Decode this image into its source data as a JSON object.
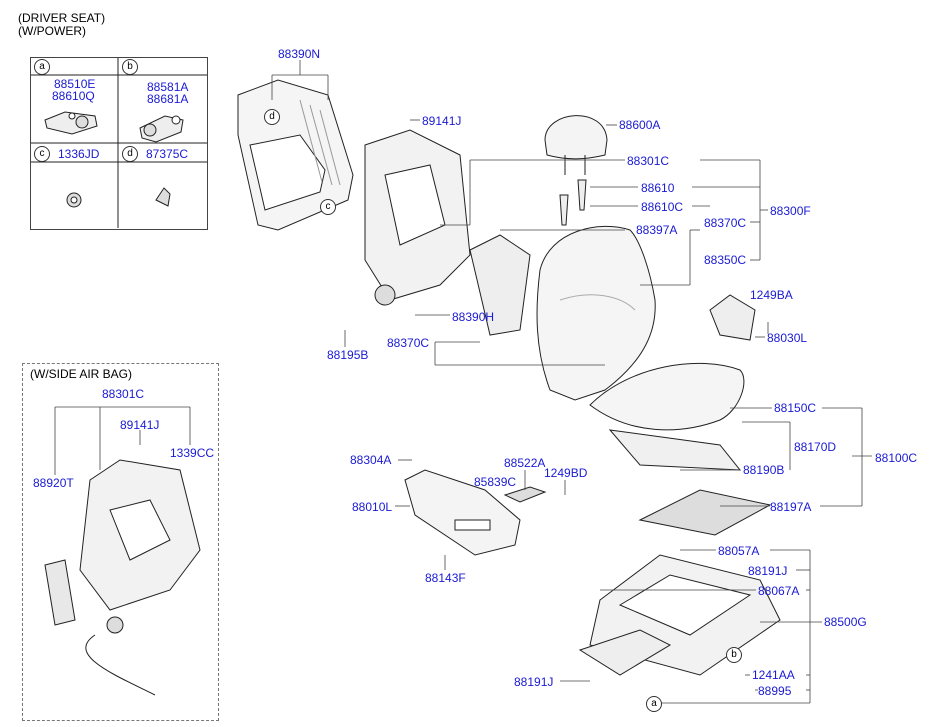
{
  "header": {
    "line1": "(DRIVER SEAT)",
    "line2": "(W/POWER)"
  },
  "legend_table": {
    "cells": [
      {
        "key": "a",
        "parts": [
          "88510E",
          "88610Q"
        ]
      },
      {
        "key": "b",
        "parts": [
          "88581A",
          "88681A"
        ]
      },
      {
        "key": "c",
        "parts": [
          "1336JD"
        ]
      },
      {
        "key": "d",
        "parts": [
          "87375C"
        ]
      }
    ]
  },
  "airbag_section": {
    "title": "(W/SIDE AIR BAG)",
    "labels": {
      "p88301C": "88301C",
      "p89141J": "89141J",
      "p1339CC": "1339CC",
      "p88920T": "88920T"
    }
  },
  "callouts": {
    "p88390N": "88390N",
    "p89141J": "89141J",
    "p88600A": "88600A",
    "p88301C": "88301C",
    "p88610": "88610",
    "p88610C": "88610C",
    "p88370C_a": "88370C",
    "p88300F": "88300F",
    "p88397A": "88397A",
    "p88350C": "88350C",
    "p1249BA": "1249BA",
    "p88030L": "88030L",
    "p88390H": "88390H",
    "p88370C_b": "88370C",
    "p88195B": "88195B",
    "p88150C": "88150C",
    "p88170D": "88170D",
    "p88100C": "88100C",
    "p88190B": "88190B",
    "p88197A": "88197A",
    "p88304A": "88304A",
    "p88522A": "88522A",
    "p85839C": "85839C",
    "p1249BD": "1249BD",
    "p88010L": "88010L",
    "p88143F": "88143F",
    "p88057A": "88057A",
    "p88191J_a": "88191J",
    "p88067A": "88067A",
    "p88500G": "88500G",
    "p1241AA": "1241AA",
    "p88995": "88995",
    "p88191J_b": "88191J"
  },
  "circle_markers": {
    "c_top": "c",
    "d_top": "d",
    "b_bottom": "b",
    "a_bottom": "a"
  }
}
